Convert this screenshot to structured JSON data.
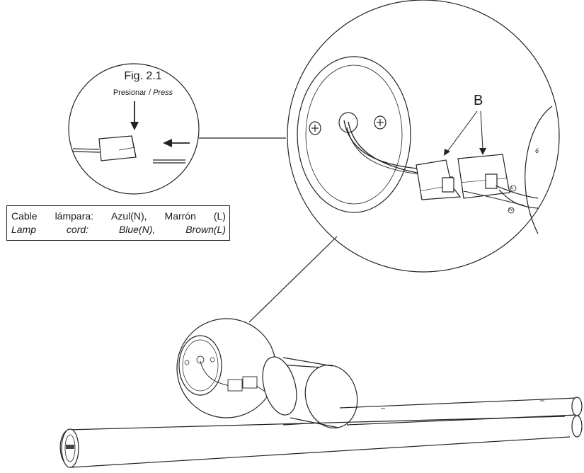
{
  "fig_label": "Fig. 2.1",
  "press_es": "Presionar",
  "press_sep": " / ",
  "press_en": "Press",
  "callout_b": "B",
  "cable_es": [
    "Cable",
    "lámpara:",
    "Azul(N),",
    "Marrón",
    "(L)"
  ],
  "cable_en": [
    "Lamp",
    "cord:",
    "Blue(N),",
    "Brown(L)"
  ],
  "terminal_l": "L",
  "terminal_n": "N",
  "colors": {
    "line": "#222222",
    "fill_light": "#f2f2f2",
    "fill_mid": "#d9d9d9"
  }
}
